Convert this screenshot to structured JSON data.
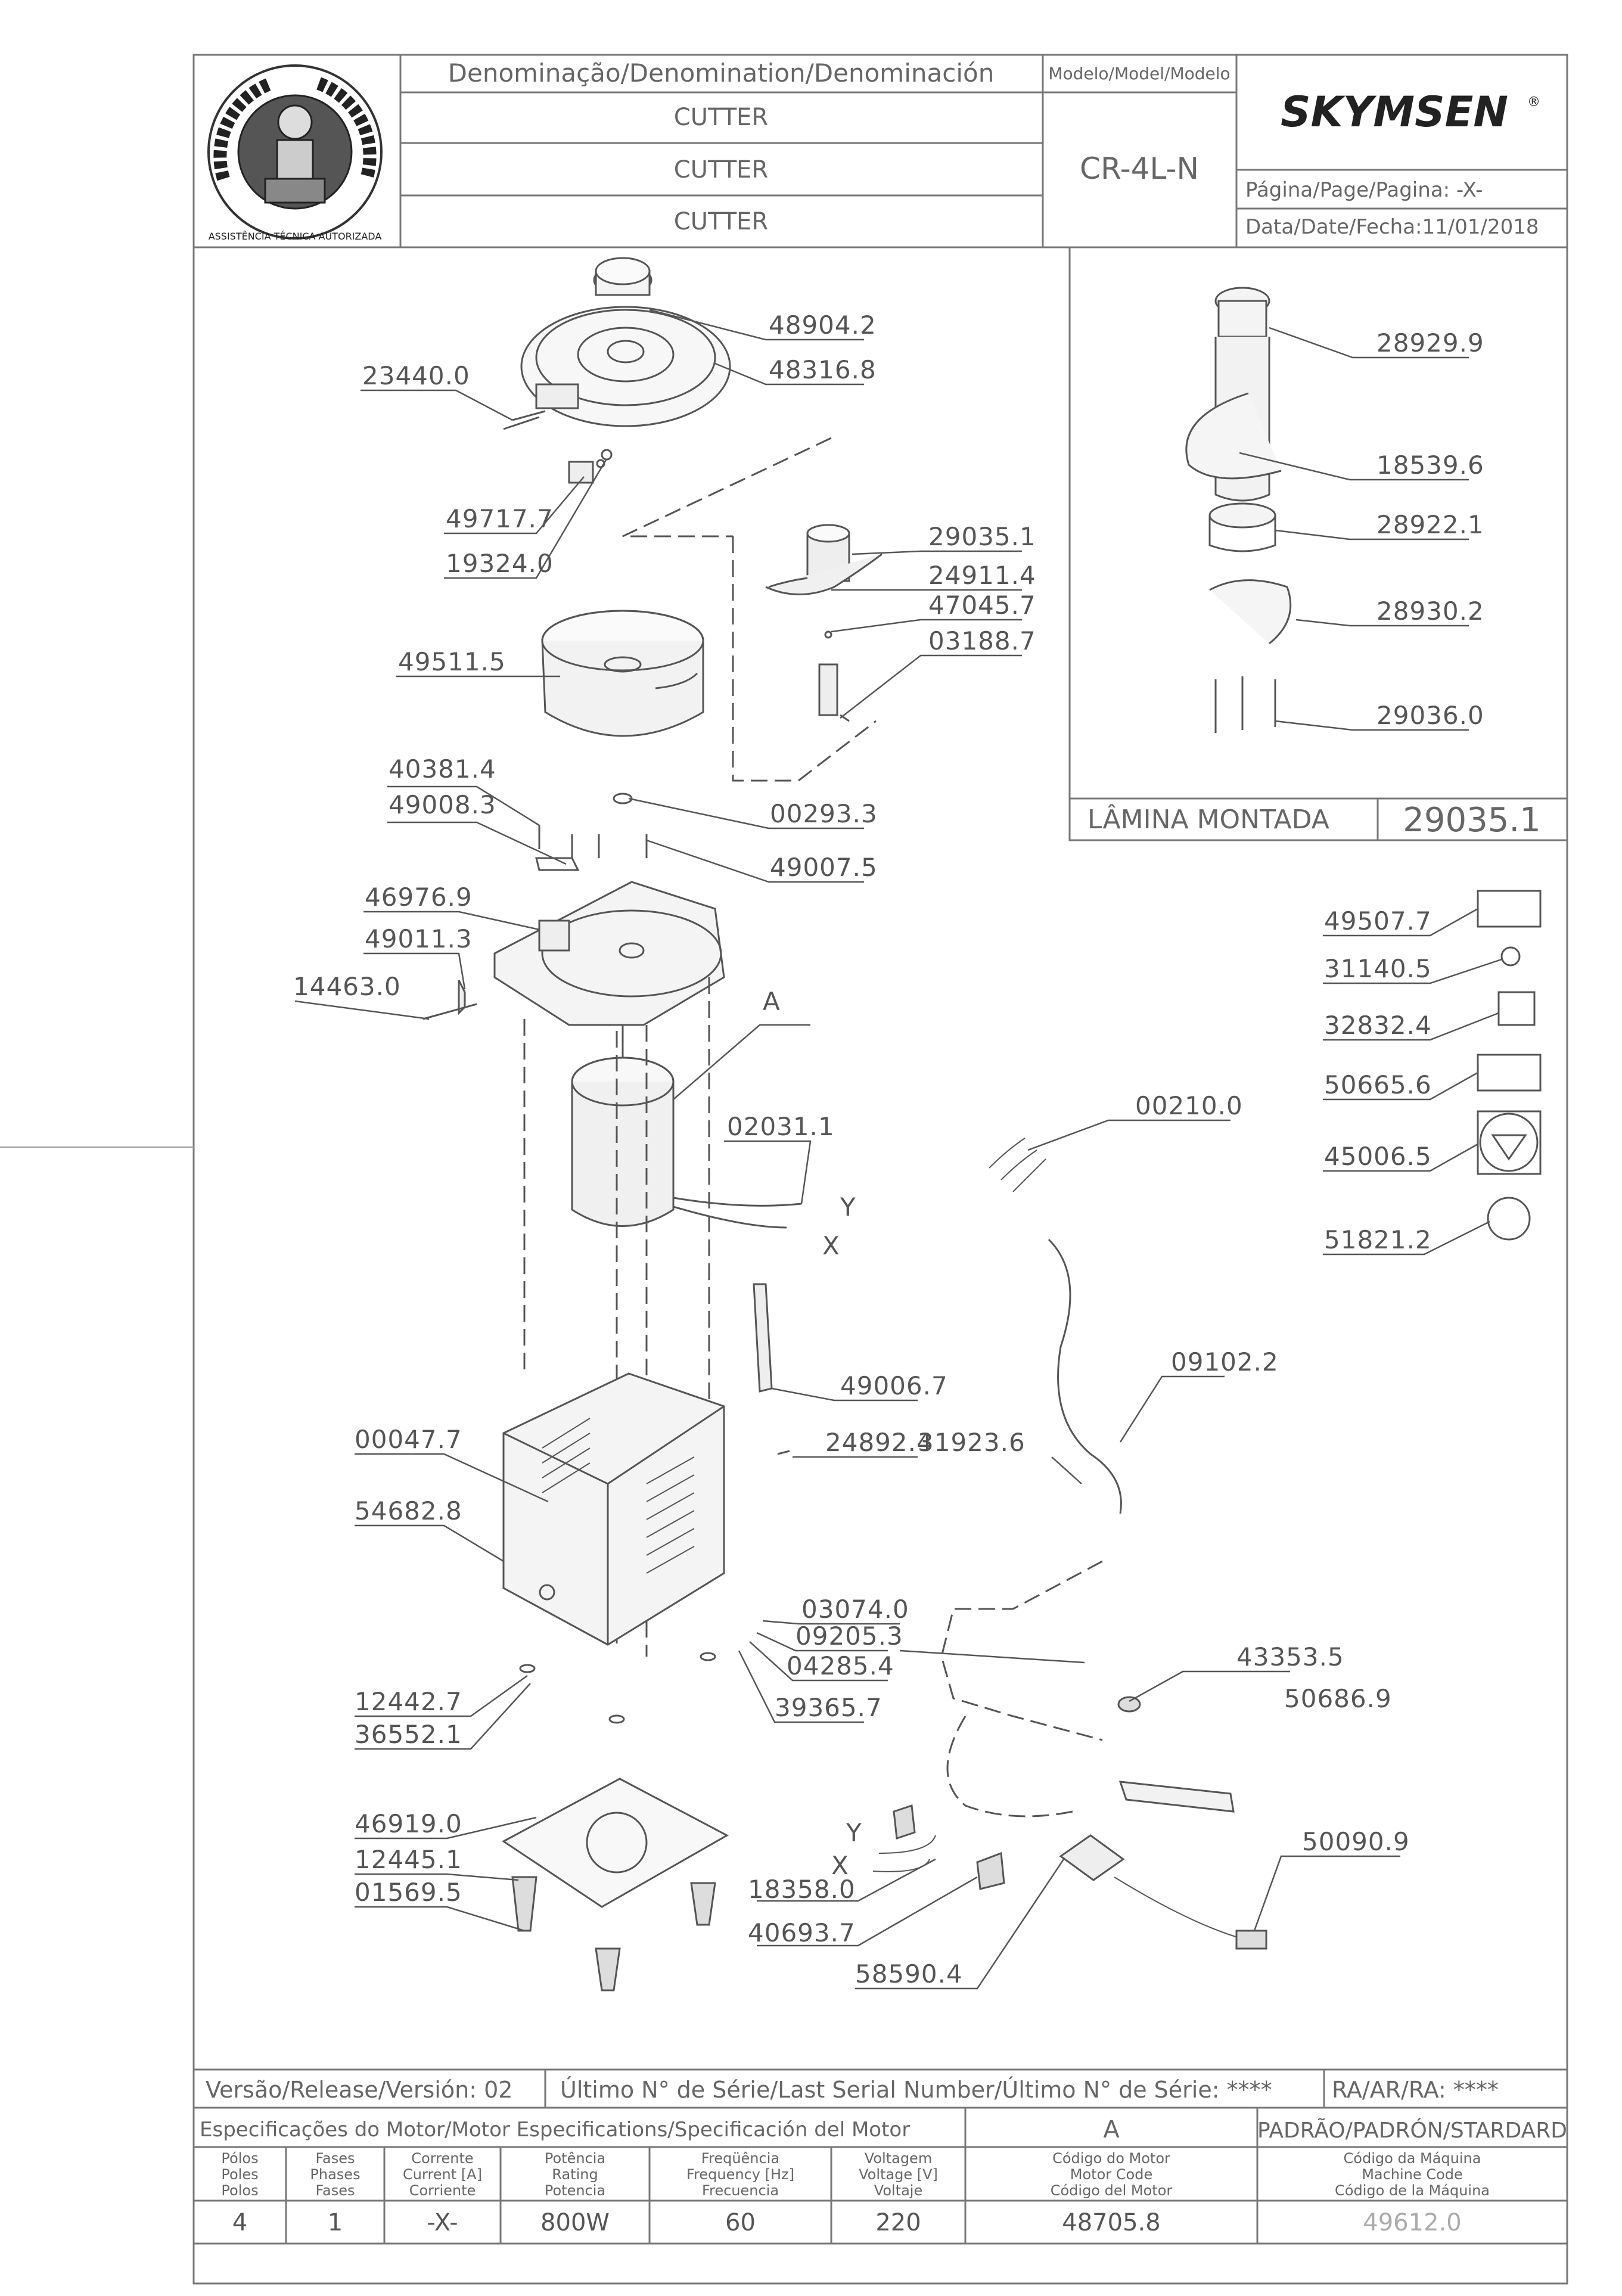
{
  "header": {
    "denomination_title": "Denominação/Denomination/Denominación",
    "denomination_rows": [
      "CUTTER",
      "CUTTER",
      "CUTTER"
    ],
    "model_title": "Modelo/Model/Modelo",
    "model_value": "CR-4L-N",
    "brand": "SKYMSEN",
    "page_label": "Página/Page/Pagina:",
    "page_value": "-X-",
    "date_label": "Data/Date/Fecha:",
    "date_value": "11/01/2018",
    "seal_text": "ASSISTÊNCIA TÉCNICA AUTORIZADA"
  },
  "parts_main": [
    "48904.2",
    "48316.8",
    "23440.0",
    "49717.7",
    "19324.0",
    "29035.1",
    "24911.4",
    "47045.7",
    "03188.7",
    "49511.5",
    "40381.4",
    "49008.3",
    "00293.3",
    "49007.5",
    "46976.9",
    "49011.3",
    "14463.0",
    "A",
    "02031.1",
    "Y",
    "X",
    "00210.0",
    "49006.7",
    "00047.7",
    "24892.4",
    "31923.6",
    "09102.2",
    "54682.8",
    "03074.0",
    "09205.3",
    "04285.4",
    "39365.7",
    "12442.7",
    "36552.1",
    "43353.5",
    "50686.9",
    "46919.0",
    "12445.1",
    "01569.5",
    "50090.9",
    "18358.0",
    "40693.7",
    "58590.4",
    "Y",
    "X"
  ],
  "parts_inset": [
    "28929.9",
    "18539.6",
    "28922.1",
    "28930.2",
    "29036.0"
  ],
  "inset_title": "LÂMINA MONTADA",
  "inset_code": "29035.1",
  "parts_side": [
    "49507.7",
    "31140.5",
    "32832.4",
    "50665.6",
    "45006.5",
    "51821.2"
  ],
  "footer": {
    "version_label": "Versão/Release/Versión:",
    "version_value": "02",
    "serial_label": "Último N° de Série/Last Serial Number/Último N° de Série:",
    "serial_value": "****",
    "ra_label": "RA/AR/RA:",
    "ra_value": "****",
    "motor_spec_title": "Especificações do Motor/Motor Especifications/Specificación del Motor",
    "motor_variant": "A",
    "standard_label": "PADRÃO/PADRÓN/STARDARD",
    "columns": [
      {
        "header": [
          "Pólos",
          "Poles",
          "Polos"
        ],
        "value": "4"
      },
      {
        "header": [
          "Fases",
          "Phases",
          "Fases"
        ],
        "value": "1"
      },
      {
        "header": [
          "Corrente",
          "Current [A]",
          "Corriente"
        ],
        "value": "-X-"
      },
      {
        "header": [
          "Potência",
          "Rating",
          "Potencia"
        ],
        "value": "800W"
      },
      {
        "header": [
          "Freqüência",
          "Frequency [Hz]",
          "Frecuencia"
        ],
        "value": "60"
      },
      {
        "header": [
          "Voltagem",
          "Voltage [V]",
          "Voltaje"
        ],
        "value": "220"
      },
      {
        "header": [
          "Código do Motor",
          "Motor Code",
          "Código del Motor"
        ],
        "value": "48705.8"
      },
      {
        "header": [
          "Código da Máquina",
          "Machine Code",
          "Código de la Máquina"
        ],
        "value": "49612.0"
      }
    ]
  },
  "colors": {
    "line": "#666666",
    "text": "#555555",
    "brand": "#222222"
  }
}
